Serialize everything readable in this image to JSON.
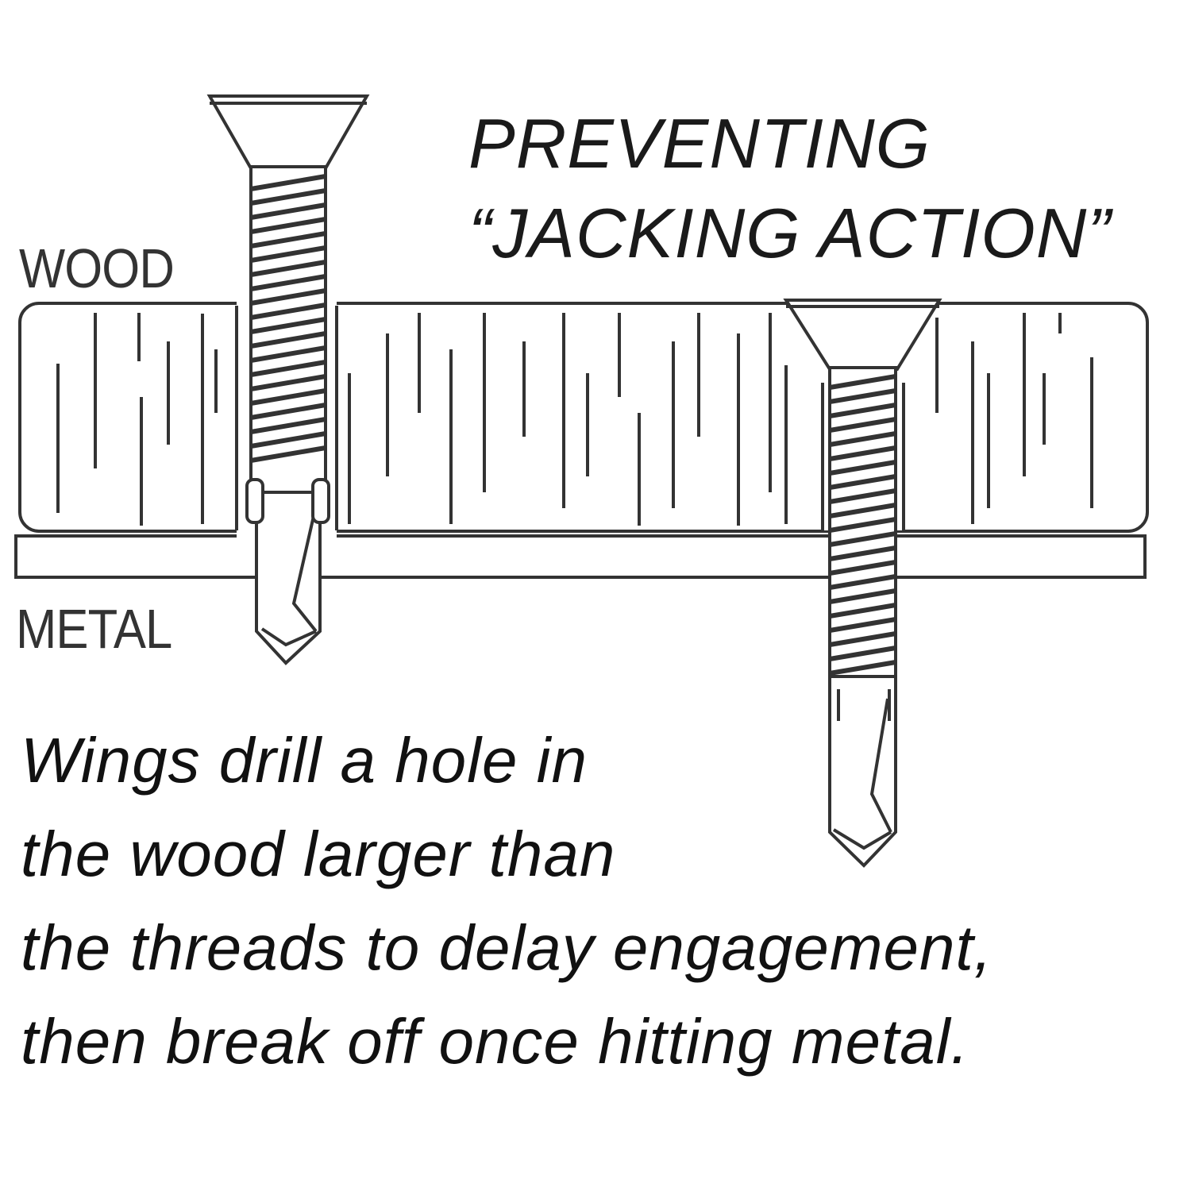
{
  "title": {
    "line1": "PREVENTING",
    "line2": "“JACKING ACTION”"
  },
  "labels": {
    "wood": "WOOD",
    "metal": "METAL"
  },
  "caption": [
    "Wings drill a hole in",
    "the wood larger than",
    "the threads to delay engagement,",
    "then break off once hitting metal."
  ],
  "colors": {
    "ink": "#333333",
    "background": "#ffffff"
  }
}
